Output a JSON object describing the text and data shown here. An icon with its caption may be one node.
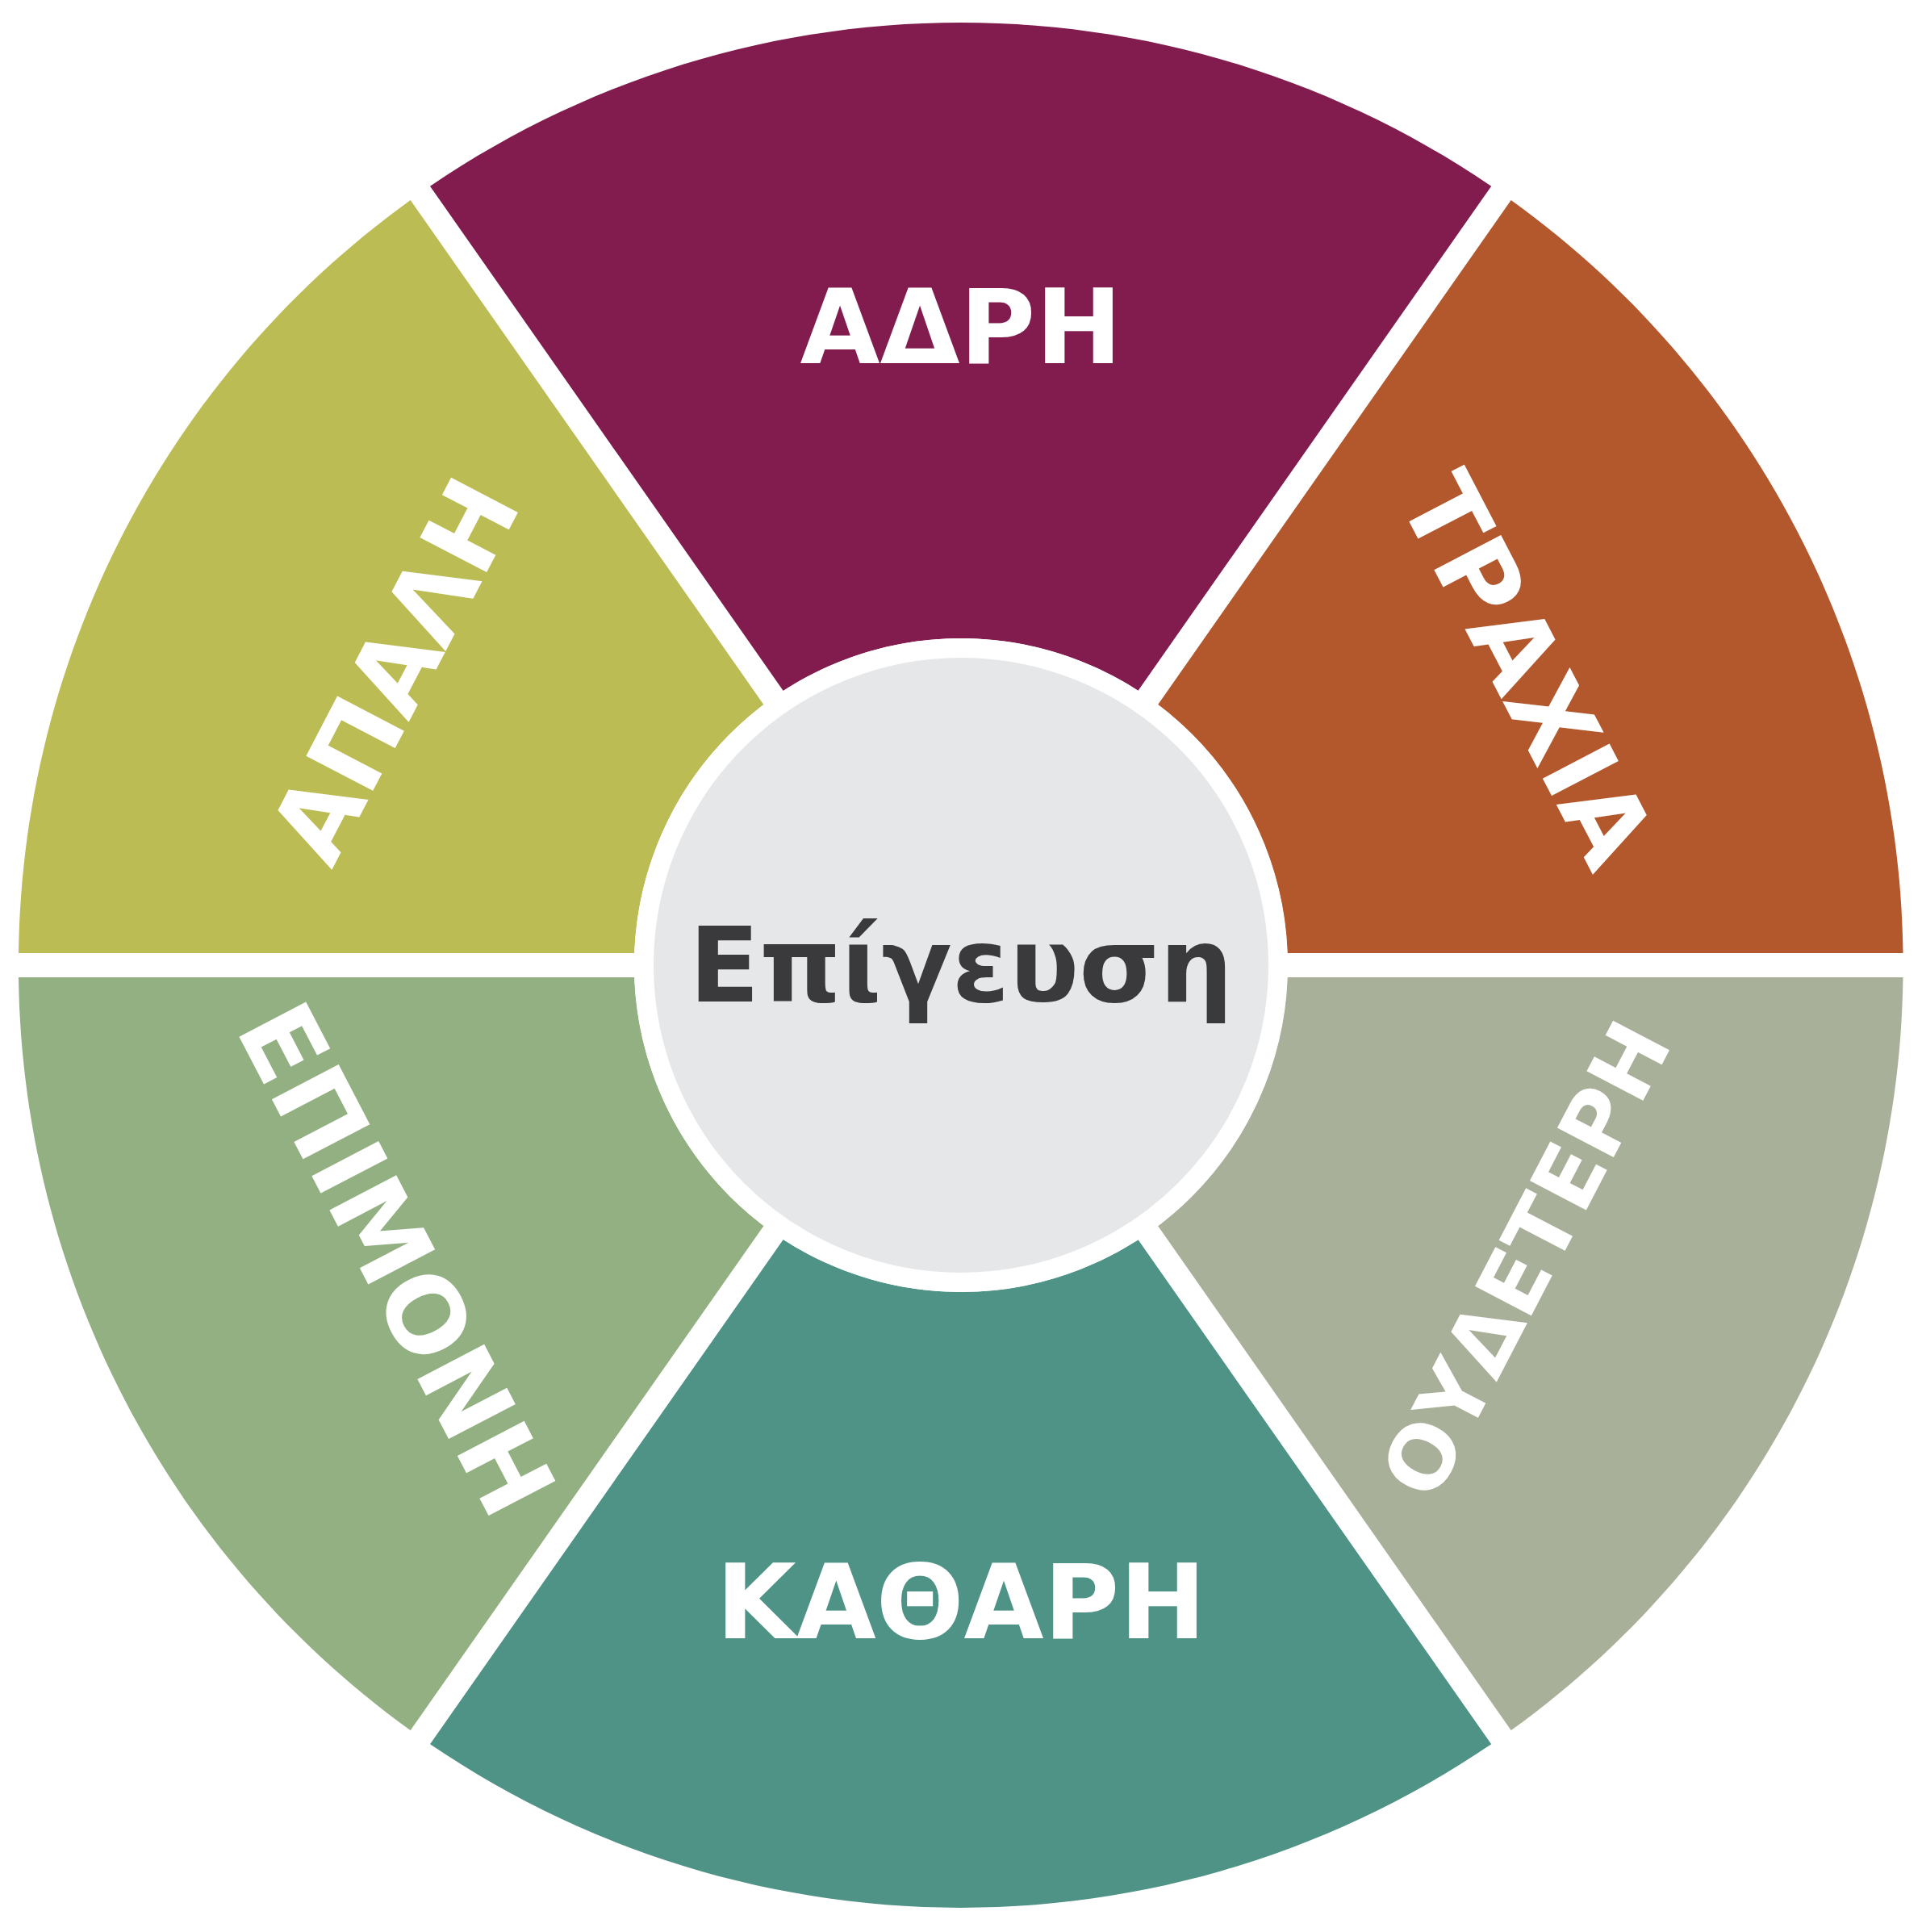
{
  "diagram": {
    "nodes": [
      {
        "text": [
          "ΑΔΡΗ"
        ]
      },
      {
        "text": [
          "ΤΡΑΧΙΑ"
        ]
      },
      {
        "text": [
          "ΟΥΔΕΤΕΡΗ"
        ]
      },
      {
        "text": [
          "ΚΑΘΑΡΗ"
        ]
      },
      {
        "text": [
          "ΕΠΙΜΟΝΗ"
        ]
      },
      {
        "text": [
          "ΑΠΑΛΗ"
        ]
      },
      {
        "text": [
          "Επίγευση"
        ]
      }
    ]
  }
}
